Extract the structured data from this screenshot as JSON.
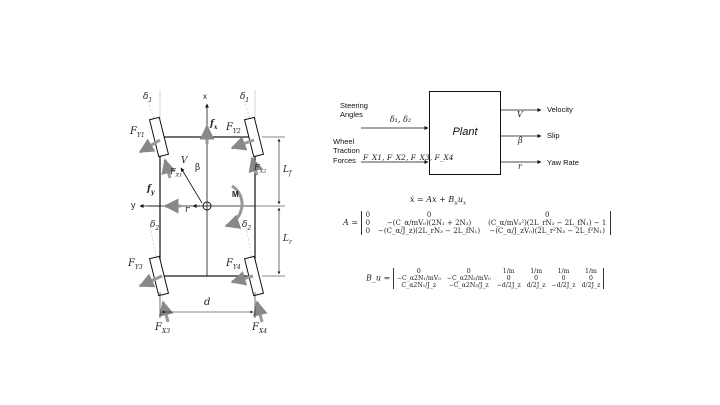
{
  "vehicle": {
    "axis_x": "x",
    "axis_y": "y",
    "delta_left": "δ",
    "delta_left_sub": "1",
    "delta_right": "δ",
    "delta_right_sub": "1",
    "delta_rear_left": "δ",
    "delta_rear_left_sub": "2",
    "delta_rear_right": "δ",
    "delta_rear_right_sub": "2",
    "fy1": "F",
    "fy1_sub": "Y1",
    "fy2": "F",
    "fy2_sub": "Y2",
    "fx1": "F",
    "fx1_sub": "X1",
    "fx2": "F",
    "fx2_sub": "X2",
    "fy3": "F",
    "fy3_sub": "Y3",
    "fy4": "F",
    "fy4_sub": "Y4",
    "fx3": "F",
    "fx3_sub": "X3",
    "fx4": "F",
    "fx4_sub": "X4",
    "f_x": "f",
    "f_x_sub": "x",
    "f_y": "f",
    "f_y_sub": "y",
    "velocity": "V",
    "beta": "β",
    "yaw_rate": "r",
    "moment": "M",
    "lf": "L",
    "lf_sub": "f",
    "lr": "L",
    "lr_sub": "r",
    "track": "d"
  },
  "block": {
    "title": "Plant",
    "input_steering_line1": "Steering",
    "input_steering_line2": "Angles",
    "input_steering_math": "δ₁, δ₂",
    "input_traction_line1": "Wheel",
    "input_traction_line2": "Traction",
    "input_traction_line3": "Forces",
    "input_traction_math": "F_X1, F_X2, F_X3, F_X4",
    "outputs": [
      {
        "symbol": "V",
        "label": "Velocity"
      },
      {
        "symbol": "β",
        "label": "Slip"
      },
      {
        "symbol": "r",
        "label": "Yaw Rate"
      }
    ]
  },
  "equations": {
    "state": "ẋ = Ax + B",
    "state_sub_u": "u",
    "state_tail": "u",
    "state_tail_sub": "x",
    "a_label": "A =",
    "a_rows": [
      [
        "0",
        "0",
        "0"
      ],
      [
        "0",
        "−(C_α/mV₀)(2N₁ + 2N₃)",
        "(C_α/mV₀²)(2L_rN₃ − 2L_fN₁) − 1"
      ],
      [
        "0",
        "−(C_α/J_z)(2L_rN₃ − 2L_fN₁)",
        "−(C_α/J_zV₀)(2L_r²N₃ − 2L_f²N₁)"
      ]
    ],
    "b_label": "B_u =",
    "b_rows": [
      [
        "0",
        "0",
        "1/m",
        "1/m",
        "1/m",
        "1/m"
      ],
      [
        "−C_α2N₁/mV₀",
        "−C_α2N₃/mV₀",
        "0",
        "0",
        "0",
        "0"
      ],
      [
        "C_α2N₁/J_z",
        "−C_α2N₃/J_z",
        "−d/2J_z",
        "d/2J_z",
        "−d/2J_z",
        "d/2J_z"
      ]
    ]
  }
}
